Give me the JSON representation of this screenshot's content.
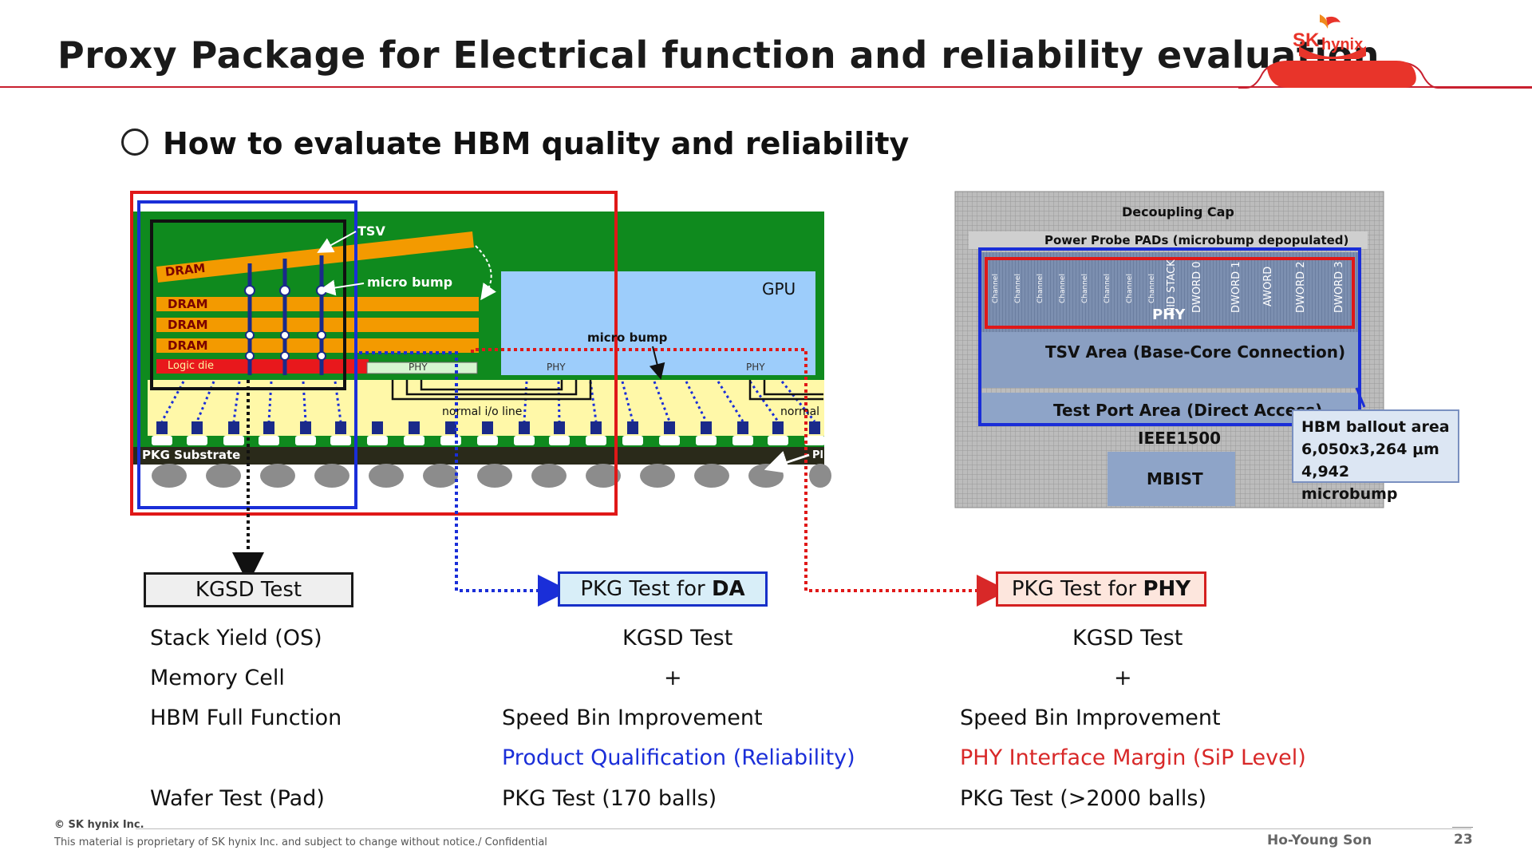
{
  "title": "Proxy Package for Electrical function and reliability evaluation",
  "logo": {
    "sk": "SK",
    "hynix": "hynix"
  },
  "bullet": "How to evaluate HBM quality and reliability",
  "cross_section": {
    "tsv": "TSV",
    "micro_bump": "micro bump",
    "micro_bump_gpu": "micro bump",
    "dram": "DRAM",
    "logic_die": "Logic die",
    "gpu": "GPU",
    "phy": "PHY",
    "normal_io": "normal i/o line",
    "normal_cut": "normal",
    "pkg_substrate": "PKG Substrate",
    "cut_right": "Pl"
  },
  "die_map": {
    "decoupling": "Decoupling Cap",
    "power_probe": "Power Probe PADs (microbump depopulated)",
    "channels": [
      "Channel",
      "Channel",
      "Channel",
      "Channel",
      "Channel",
      "Channel",
      "Channel",
      "Channel"
    ],
    "mid_stack": "MID STACK",
    "dwords": [
      "DWORD 0",
      "DWORD 1",
      "AWORD",
      "DWORD 2",
      "DWORD 3"
    ],
    "phy": "PHY",
    "tsv_area": "TSV Area (Base-Core Connection)",
    "test_port": "Test Port Area (Direct Access)",
    "ieee": "IEEE1500",
    "mbist": "MBIST"
  },
  "ballout": {
    "line1": "HBM ballout area",
    "line2": "6,050x3,264 μm",
    "line3": "4,942 microbump"
  },
  "tests": {
    "kgsd": {
      "label": "KGSD Test",
      "items": [
        "Stack Yield (OS)",
        "Memory Cell",
        "HBM Full Function",
        "Wafer Test (Pad)"
      ]
    },
    "da": {
      "label_prefix": "PKG Test for ",
      "label_bold": "DA",
      "items": [
        "KGSD Test",
        "+",
        "Speed Bin Improvement",
        "Product Qualification (Reliability)",
        "PKG Test (170 balls)"
      ]
    },
    "phy": {
      "label_prefix": "PKG Test for ",
      "label_bold": "PHY",
      "items": [
        "KGSD Test",
        "+",
        "Speed Bin Improvement",
        "PHY Interface Margin (SiP Level)",
        "PKG Test (>2000 balls)"
      ]
    }
  },
  "footer": {
    "copyright": "© SK hynix Inc.",
    "note": "This material is proprietary of SK hynix Inc. and subject to change without notice./ Confidential",
    "author": "Ho-Young Son",
    "page": "23"
  },
  "colors": {
    "accent_red": "#c8202f",
    "blue": "#1a2ed8",
    "red": "#d82828",
    "pcb_green": "#0f8a1e",
    "dram_orange": "#f39a00"
  }
}
